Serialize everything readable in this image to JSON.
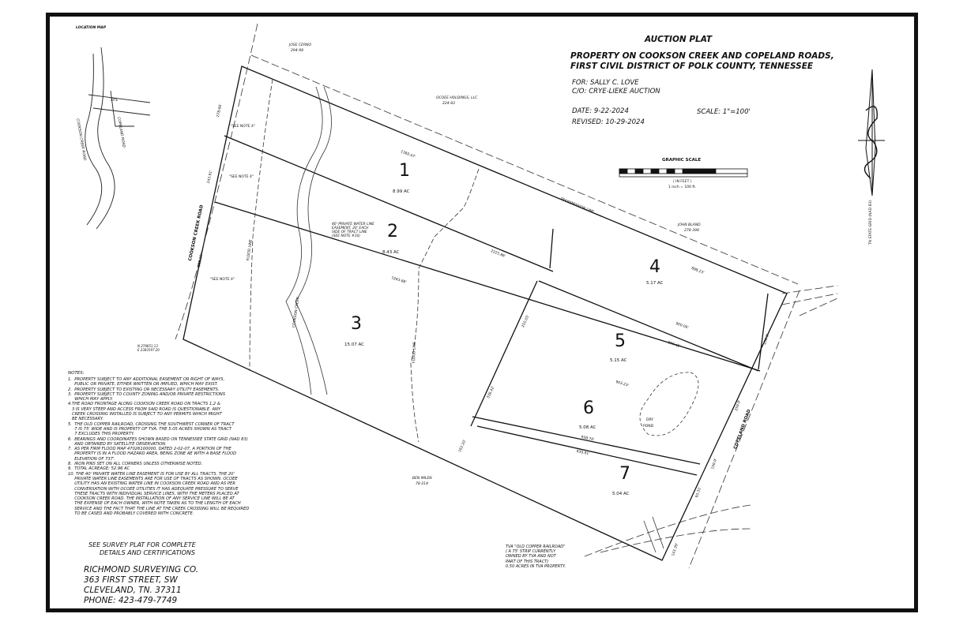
{
  "title": "AUCTION PLAT",
  "property_line1": "PROPERTY ON COOKSON CREEK AND COPELAND ROADS,",
  "property_line2": "FIRST CIVIL DISTRICT OF POLK COUNTY, TENNESSEE",
  "for_line": "FOR:  SALLY C. LOVE",
  "co_line": "C/O:  CRYE-LIEKE AUCTION",
  "date_line": "DATE:  9-22-2024",
  "revised_line": "REVISED:  10-29-2024",
  "scale_line": "SCALE:  1\"=100'",
  "graphic_scale": {
    "title": "GRAPHIC SCALE",
    "unit": "( IN FEET )",
    "ratio": "1 inch = 100 ft."
  },
  "location_map_label": "LOCATION MAP",
  "location_map_labels": [
    "COOKSON CREEK ROAD",
    "COPELAND ROAD",
    "SITE"
  ],
  "north_label": "TN STATE GRID (NAD 83)",
  "tracts": [
    {
      "number": "1",
      "acres": "8.99 AC"
    },
    {
      "number": "2",
      "acres": "8.43 AC"
    },
    {
      "number": "3",
      "acres": "15.07 AC"
    },
    {
      "number": "4",
      "acres": "5.17 AC"
    },
    {
      "number": "5",
      "acres": "5.15 AC"
    },
    {
      "number": "6",
      "acres": "5.08 AC"
    },
    {
      "number": "7",
      "acres": "5.04 AC"
    }
  ],
  "neighbors": {
    "jose_cerno": "JOSE CERNO",
    "jose_cerno_ref": "294-98",
    "ocoee": "OCOEE HOLDINGS, LLC",
    "ocoee_ref": "224-83",
    "john_bland": "JOHN BLAND",
    "john_bland_ref": "278-398",
    "ben_milen": "BEN MILEN",
    "ben_milen_ref": "78-214"
  },
  "road_labels": {
    "cookson_creek_road": "COOKSON CREEK ROAD",
    "copeland_road": "COPELAND ROAD",
    "cookson_creek": "COOKSON CREEK",
    "flood_line_1": "FLOOD LINE",
    "flood_line_2": "FLOOD LINE",
    "transmission_line": "TRANSMISSION LINE",
    "dry_pond": "DRY",
    "dry_pond_2": "POND",
    "see_note": "\"SEE NOTE 4\""
  },
  "dimensions": [
    "1360.47'",
    "2225.86'",
    "1263.68'",
    "898.23'",
    "900.06'",
    "900.42'",
    "903.23'",
    "938.70'",
    "939.91'",
    "278.66'",
    "243.91'",
    "368.85'",
    "250.05'",
    "338.42'",
    "162.20'",
    "250.0'",
    "150.0'",
    "93.31'",
    "143.39'",
    "250.0'"
  ],
  "easement_note": "40' PRIVATE WATER LINE\nEASEMENT, 20' EACH\nSIDE OF TRACT LINE\n(SEE NOTE #10)",
  "rr_note": "TVA \"OLD COPPER RAILROAD\"\n( A 75' STRIP CURRENTLY\nOWNED BY TVA AND NOT\nPART OF THIS TRACT)\n0.50 ACRES IN TVA PROPERTY.",
  "notes_title": "NOTES:",
  "notes": [
    "1.  PROPERTY SUBJECT TO ANY ADDITIONAL EASEMENT OR RIGHT OF WAYS,",
    "     PUBLIC OR PRIVATE, EITHER WRITTEN OR IMPLIED, WHICH MAY EXIST.",
    "2.  PROPERTY SUBJECT TO EXISTING OR NECESSARY UTILITY EASEMENTS.",
    "3.  PROPERTY SUBJECT TO COUNTY ZONING AND/OR PRIVATE RESTRICTIONS",
    "     WHICH MAY APPLY.",
    "4.THE ROAD FRONTAGE ALONG COOKSON CREEK ROAD ON TRACTS 1,2 &",
    "   3 IS VERY STEEP AND ACCESS FROM SAID ROAD IS QUESTIONABLE. ANY",
    "   CREEK CROSSING INSTALLED IS SUBJECT TO ANY PERMITS WHICH MIGHT",
    "   BE NECESSARY.",
    "5.  THE OLD COPPER RAILROAD, CROSSING THE SOUTHWEST CORNER OF TRACT",
    "     7 IS 75' WIDE AND IS PROPERTY OF TVA. THE 5.05 ACRES SHOWN AS TRACT",
    "     7 EXCLUDES THIS PROPERTY.",
    "6.  BEARINGS AND COORDINATES SHOWN BASED ON TENNESSEE STATE GRID (NAD 83)",
    "     AND OBTAINED BY SATELLITE OBSERVATION.",
    "7.  AS PER FIRM FLOOD MAP 47026100000, DATED 2-02-07, A PORTION OF THE",
    "     PROPERTY IS IN A FLOOD HAZARD AREA, BEING ZONE AE WITH A BASE FLOOD",
    "     ELEVATION OF 737'.",
    "8.  IRON PINS SET ON ALL CORNERS UNLESS OTHERWISE NOTED.",
    "9.  TOTAL ACREAGE: 52.96 AC",
    "10. THE 40' PRIVATE WATER LINE EASEMENT IS FOR USE BY ALL TRACTS. THE 20'",
    "     PRIVATE WATER LINE EASEMENTS ARE FOR USE OF TRACTS AS SHOWN. OCOEE",
    "     UTILITY HAS AN EXISTING WATER LINE IN COOKSON CREEK ROAD AND AS PER",
    "     CONVERSATION WITH OCOEE UTILITIES IT HAS ADEQUATE PRESSURE TO SERVE",
    "     THESE TRACTS WITH INDIVIDUAL SERVICE LINES, WITH THE METERS PLACED AT",
    "     COOKSON CREEK ROAD. THE INSTALLATION OF ANY SERVICE LINE WILL BE AT",
    "     THE EXPENSE OF EACH OWNER, WITH NOTE TAKEN AS TO THE LENGTH OF EACH",
    "     SERVICE AND THE FACT THAT THE LINE AT THE CREEK CROSSING WILL BE REQUIRED",
    "     TO BE CASED AND PROBABLY COVERED WITH CONCRETE."
  ],
  "survey_note_1": "SEE SURVEY PLAT FOR COMPLETE",
  "survey_note_2": "DETAILS AND CERTIFICATIONS",
  "surveyor": {
    "name": "RICHMOND SURVEYING CO.",
    "street": "363 FIRST STREET, SW",
    "city": "CLEVELAND, TN. 37311",
    "phone": "PHONE:  423-479-7749"
  },
  "coords": "N 278851.13\nE 2383597.20"
}
